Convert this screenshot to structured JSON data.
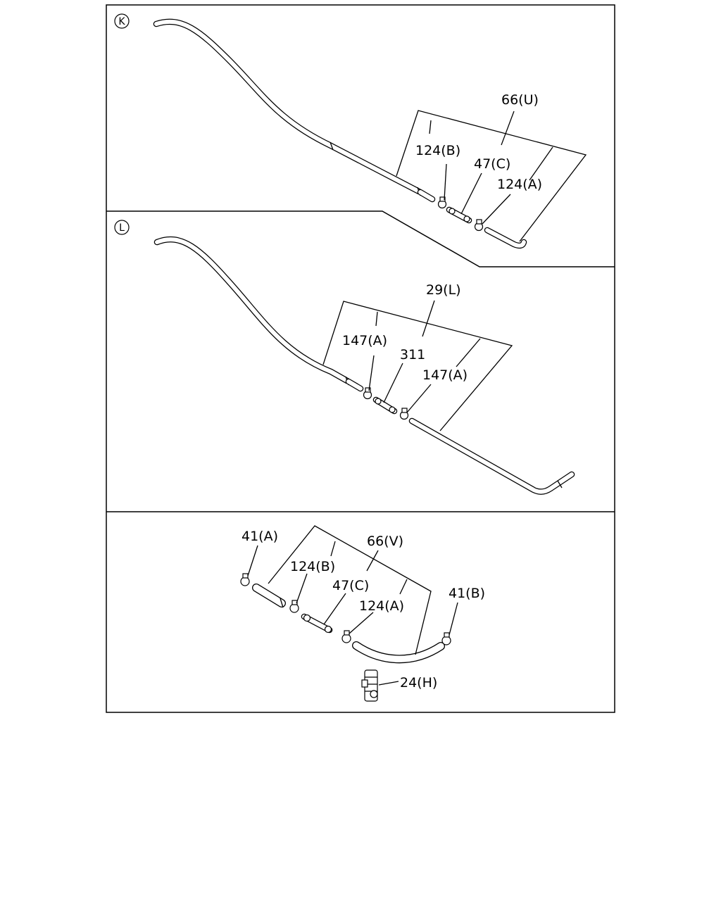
{
  "sections": {
    "k": {
      "marker": "K",
      "labels": [
        "66(U)",
        "124(B)",
        "47(C)",
        "124(A)"
      ]
    },
    "l": {
      "marker": "L",
      "labels": [
        "29(L)",
        "147(A)",
        "311",
        "147(A)"
      ]
    },
    "m": {
      "labels": [
        "41(A)",
        "66(V)",
        "124(B)",
        "47(C)",
        "124(A)",
        "41(B)",
        "24(H)"
      ]
    }
  }
}
